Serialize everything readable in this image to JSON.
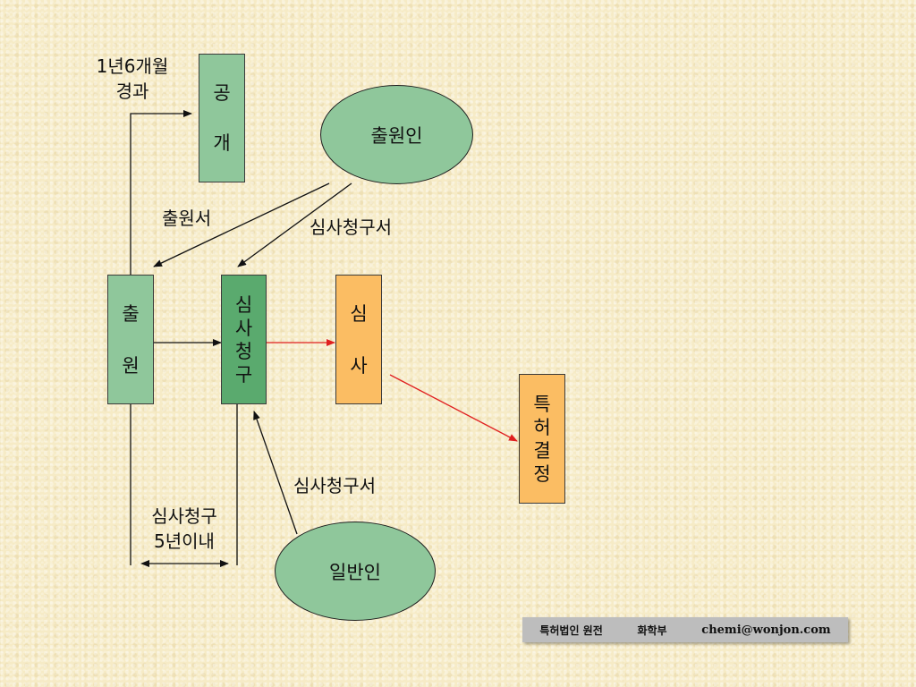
{
  "nodes": {
    "publication": [
      "공",
      "개"
    ],
    "application": [
      "출",
      "원"
    ],
    "exam_request": [
      "심",
      "사",
      "청",
      "구"
    ],
    "examination": [
      "심",
      "사"
    ],
    "patent_decision": [
      "특",
      "허",
      "결",
      "정"
    ],
    "applicant": "출원인",
    "general_public": "일반인"
  },
  "labels": {
    "publish_time_1": "1년6개월",
    "publish_time_2": "경과",
    "application_doc": "출원서",
    "exam_request_doc_top": "심사청구서",
    "exam_request_doc_bottom": "심사청구서",
    "deadline_1": "심사청구",
    "deadline_2": "5년이내"
  },
  "footer": {
    "firm": "특허법인 원전",
    "dept": "화학부",
    "email": "chemi@wonjon.com"
  },
  "colors": {
    "box_green": "#8fc79b",
    "box_dark_green": "#5aaa6e",
    "box_orange": "#fbbd63",
    "arrow_black": "#111111",
    "arrow_red": "#e02020"
  }
}
